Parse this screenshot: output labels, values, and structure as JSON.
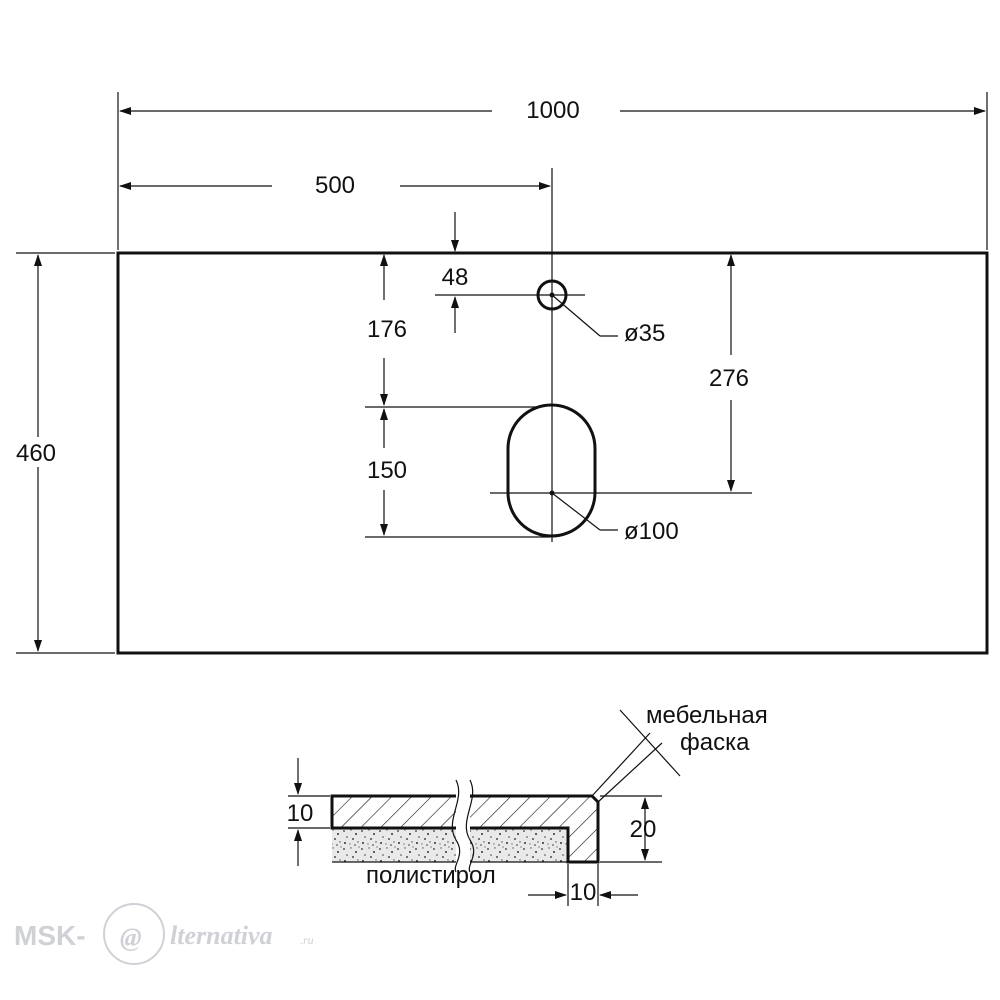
{
  "dimensions": {
    "width_total": "1000",
    "width_half": "500",
    "height_total": "460",
    "offset_top_hole": "48",
    "offset_to_bowl": "176",
    "bowl_length": "150",
    "offset_to_bowl_center": "276",
    "hole_diameter": "ø35",
    "bowl_diameter": "ø100"
  },
  "section": {
    "top_thickness": "10",
    "total_thickness": "20",
    "edge_width": "10",
    "chamfer_label_line1": "мебельная",
    "chamfer_label_line2": "фаска",
    "core_label": "полистирол"
  },
  "watermark": {
    "prefix": "MSK-",
    "script": "@",
    "suffix": "lternativa",
    "domain": ".ru"
  },
  "colors": {
    "line": "#111111",
    "watermark": "#cfd1d6"
  }
}
